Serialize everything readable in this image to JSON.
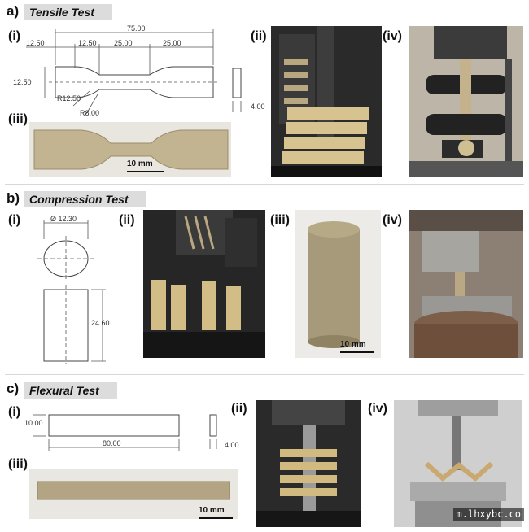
{
  "sections": {
    "a": {
      "letter": "a)",
      "title": "Tensile Test"
    },
    "b": {
      "letter": "b)",
      "title": "Compression Test"
    },
    "c": {
      "letter": "c)",
      "title": "Flexural Test"
    }
  },
  "sublabels": {
    "i": "(i)",
    "ii": "(ii)",
    "iii": "(iii)",
    "iv": "(iv)"
  },
  "tensile_dims": {
    "total_length": "75.00",
    "grip_left": "12.50",
    "gauge_a": "12.50",
    "gauge_b": "25.00",
    "grip_right": "25.00",
    "height": "12.50",
    "radius_outer": "R12.50",
    "radius_inner": "R8.00",
    "thickness": "4.00"
  },
  "compression_dims": {
    "diameter": "Ø 12.30",
    "height": "24.60"
  },
  "flexural_dims": {
    "width": "10.00",
    "length": "80.00",
    "thickness": "4.00"
  },
  "scale_label": "10 mm",
  "watermark": "m.lhxybc.co",
  "colors": {
    "filament": "#c7b288",
    "pla_dark": "#8c7f60",
    "metal": "#6b6b6b",
    "bg_dark": "#232323"
  }
}
